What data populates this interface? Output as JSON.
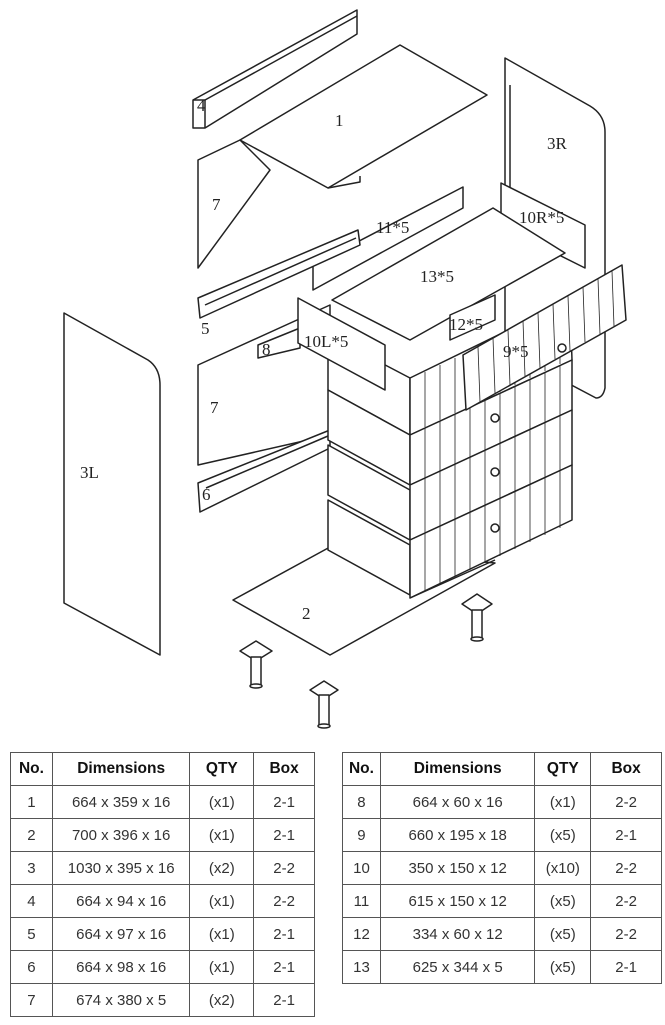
{
  "diagram": {
    "part_labels": [
      "4",
      "1",
      "7",
      "3R",
      "11*5",
      "10R*5",
      "13*5",
      "5",
      "12*5",
      "10L*5",
      "8",
      "9*5",
      "7",
      "3L",
      "6",
      "2"
    ]
  },
  "table_headers": [
    "No.",
    "Dimensions",
    "QTY",
    "Box"
  ],
  "parts_left": [
    {
      "no": "1",
      "dims": "664 x 359 x 16",
      "qty": "(x1)",
      "box": "2-1"
    },
    {
      "no": "2",
      "dims": "700 x 396 x 16",
      "qty": "(x1)",
      "box": "2-1"
    },
    {
      "no": "3",
      "dims": "1030 x 395 x 16",
      "qty": "(x2)",
      "box": "2-2"
    },
    {
      "no": "4",
      "dims": "664 x 94 x 16",
      "qty": "(x1)",
      "box": "2-2"
    },
    {
      "no": "5",
      "dims": "664 x 97 x 16",
      "qty": "(x1)",
      "box": "2-1"
    },
    {
      "no": "6",
      "dims": "664 x 98 x 16",
      "qty": "(x1)",
      "box": "2-1"
    },
    {
      "no": "7",
      "dims": "674 x 380 x 5",
      "qty": "(x2)",
      "box": "2-1"
    }
  ],
  "parts_right": [
    {
      "no": "8",
      "dims": "664 x 60 x 16",
      "qty": "(x1)",
      "box": "2-2"
    },
    {
      "no": "9",
      "dims": "660 x 195 x 18",
      "qty": "(x5)",
      "box": "2-1"
    },
    {
      "no": "10",
      "dims": "350 x 150 x 12",
      "qty": "(x10)",
      "box": "2-2"
    },
    {
      "no": "11",
      "dims": "615 x 150 x 12",
      "qty": "(x5)",
      "box": "2-2"
    },
    {
      "no": "12",
      "dims": "334 x 60 x 12",
      "qty": "(x5)",
      "box": "2-2"
    },
    {
      "no": "13",
      "dims": "625 x 344 x 5",
      "qty": "(x5)",
      "box": "2-1"
    }
  ]
}
